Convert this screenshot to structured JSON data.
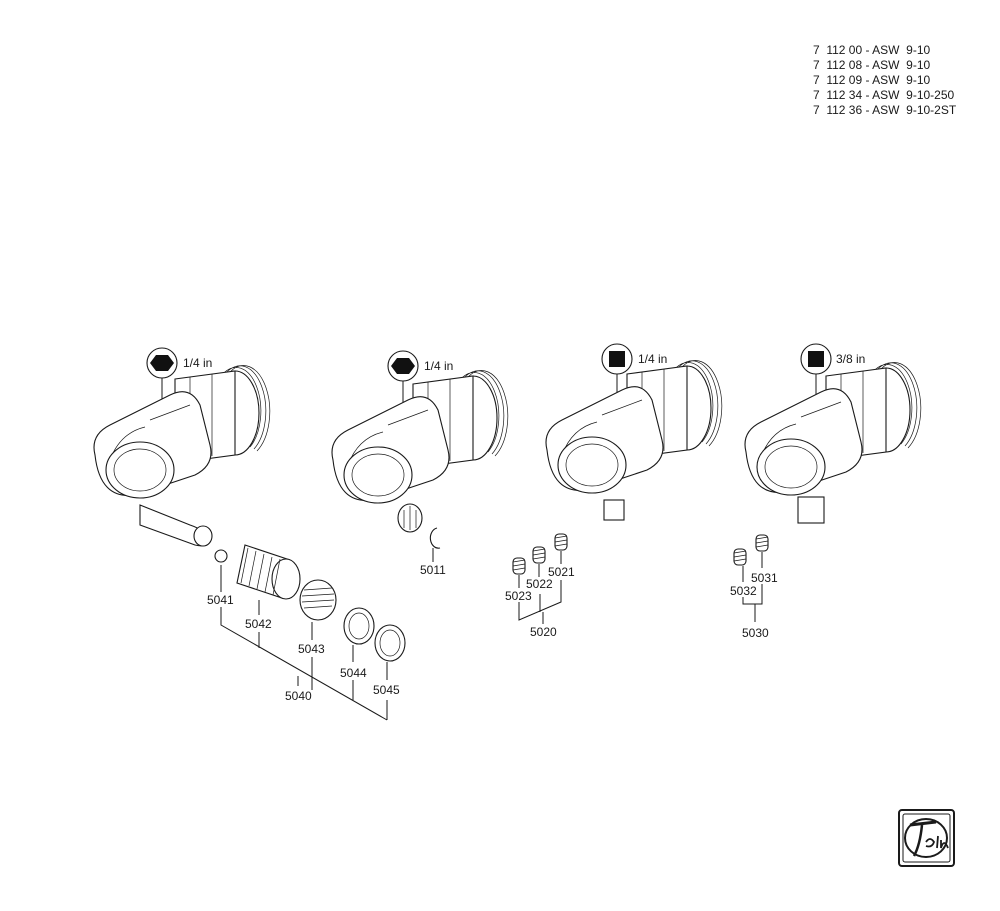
{
  "models": [
    "7  112 00 - ASW  9-10",
    "7  112 08 - ASW  9-10",
    "7  112 09 - ASW  9-10",
    "7  112 34 - ASW  9-10-250",
    "7  112 36 - ASW  9-10-2ST"
  ],
  "heads": [
    {
      "drive": "hexagon",
      "size": "1/4 in"
    },
    {
      "drive": "hexagon",
      "size": "1/4 in"
    },
    {
      "drive": "square",
      "size": "1/4 in"
    },
    {
      "drive": "square",
      "size": "3/8 in"
    }
  ],
  "parts": {
    "p5011": "5011",
    "p5020": "5020",
    "p5021": "5021",
    "p5022": "5022",
    "p5023": "5023",
    "p5030": "5030",
    "p5031": "5031",
    "p5032": "5032",
    "p5040": "5040",
    "p5041": "5041",
    "p5042": "5042",
    "p5043": "5043",
    "p5044": "5044",
    "p5045": "5045"
  },
  "logo": "Fein"
}
